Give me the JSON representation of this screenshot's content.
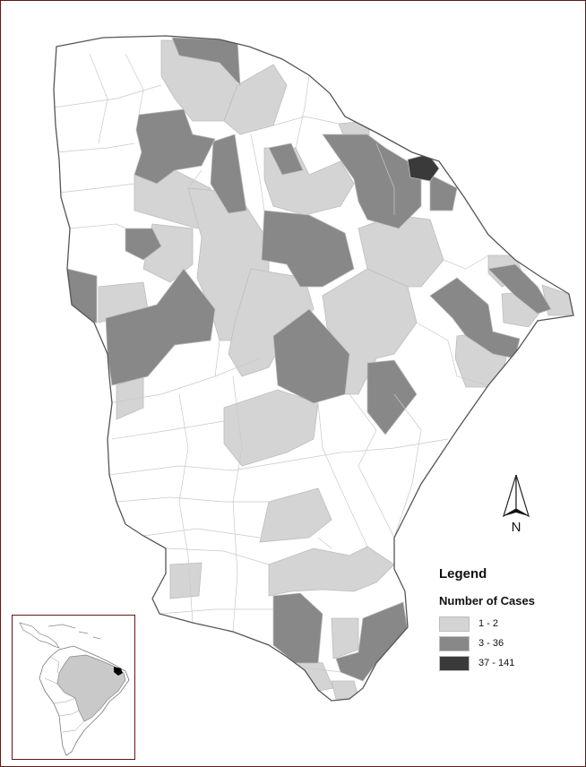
{
  "legend": {
    "title": "Legend",
    "subtitle": "Number of Cases",
    "classes": [
      {
        "label": "1 - 2",
        "color": "#d4d4d4"
      },
      {
        "label": "3 - 36",
        "color": "#888888"
      },
      {
        "label": "37 - 141",
        "color": "#3a3a3a"
      }
    ]
  },
  "north_arrow": {
    "label": "N"
  },
  "colors": {
    "none": "#ffffff",
    "border": "#c8c8c8",
    "outline": "#555555",
    "frame": "#5a1a1a",
    "inset_highlight": "#000000",
    "inset_country": "#c9c9c9"
  }
}
